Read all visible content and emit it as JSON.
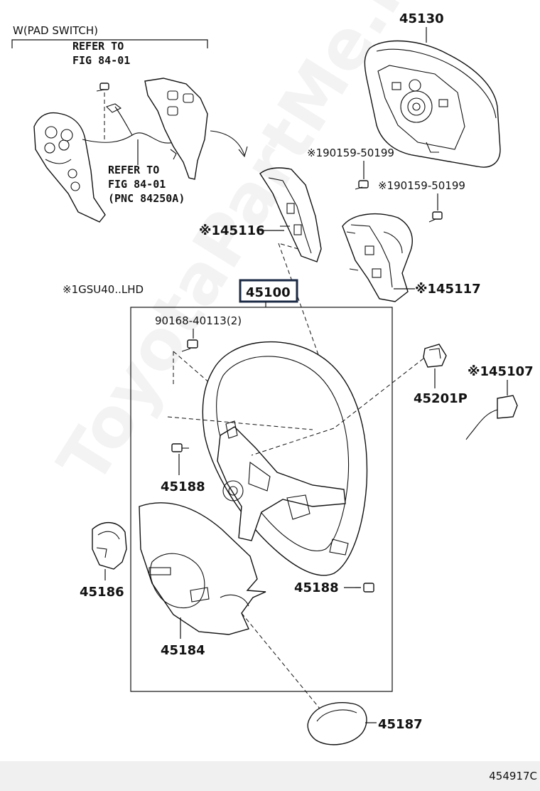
{
  "diagram": {
    "header": {
      "pad_switch": "W(PAD SWITCH)",
      "refer1_line1": "REFER TO",
      "refer1_line2": "FIG 84-01",
      "refer2_line1": "REFER TO",
      "refer2_line2": "FIG 84-01",
      "refer2_line3": "(PNC 84250A)"
    },
    "note_lhd": "※1GSU40..LHD",
    "parts": {
      "p45130": "45130",
      "p90159_a": "※190159-50199",
      "p90159_b": "※190159-50199",
      "p45116": "※145116",
      "p45117": "※145117",
      "p45100": "45100",
      "p90168": "90168-40113(2)",
      "p45107": "※145107",
      "p45201p": "45201P",
      "p45188_a": "45188",
      "p45188_b": "45188",
      "p45186": "45186",
      "p45184": "45184",
      "p45187": "45187"
    },
    "footer_code": "454917C",
    "watermark": "ToyotaPartMe.ru"
  }
}
